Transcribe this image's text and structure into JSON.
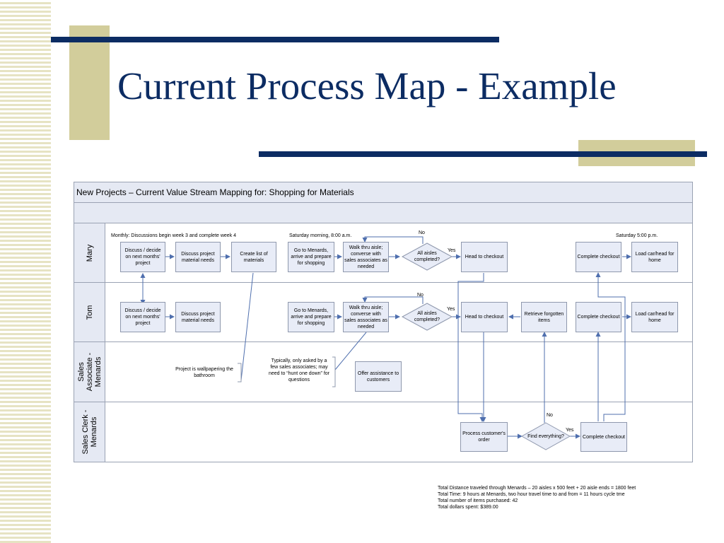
{
  "slide": {
    "title": "Current Process Map - Example"
  },
  "diagram": {
    "title": "New Projects – Current Value Stream Mapping for:  Shopping for Materials",
    "lanes": {
      "mary": "Mary",
      "tom": "Tom",
      "sales_associate": "Sales Associate - Menards",
      "sales_clerk": "Sales Clerk - Menards"
    },
    "notes": {
      "monthly": "Monthly:  Discussions begin week 3 and complete week 4",
      "saturday_morning": "Saturday morning, 8:00 a.m.",
      "saturday_evening": "Saturday 5:00 p.m.",
      "wallpaper": "Project is wallpapering the bathroom",
      "typically": "Typically, only asked by a few sales associates; may need to “hunt one down” for questions"
    },
    "mary": {
      "discuss_decide": "Discuss / decide on next months' project",
      "discuss_needs": "Discuss project material needs",
      "create_list": "Create list of materials",
      "go_menards": "Go to Menards, arrive and prepare for shopping",
      "walk_aisle": "Walk thru aisle; converse with sales associates as needed",
      "all_aisles": "All aisles completed?",
      "head_checkout": "Head to checkout",
      "complete_checkout": "Complete checkout",
      "load_car": "Load car/head for home"
    },
    "tom": {
      "discuss_decide": "Discuss / decide on next months' project",
      "discuss_needs": "Discuss project material needs",
      "go_menards": "Go to Menards, arrive and prepare for shopping",
      "walk_aisle": "Walk thru aisle; converse with sales associates as needed",
      "all_aisles": "All aisles completed?",
      "head_checkout": "Head to checkout",
      "retrieve_items": "Retrieve forgotten items",
      "complete_checkout": "Complete checkout",
      "load_car": "Load car/head for home"
    },
    "associate": {
      "offer_assistance": "Offer assistance to customers"
    },
    "clerk": {
      "process_order": "Process customer's order",
      "find_everything": "Find everything?",
      "complete_checkout": "Complete checkout"
    },
    "branch_labels": {
      "no": "No",
      "yes": "Yes"
    },
    "stats": [
      "Total Distance traveled through Menards – 20 aisles x 500 feet + 20 aisle ends = 1800 feet",
      "Total Time:  9 hours at Menards, two hour travel time to and from = 11 hours cycle tme",
      "Total number of items purchased:  42",
      "Total dollars spent:  $389.00"
    ]
  },
  "colors": {
    "navy": "#0c2c63",
    "tan": "#d2cd9b",
    "lane_fill": "#e5e9f3",
    "box_fill": "#e8ecf7",
    "arrow": "#4f6fae"
  }
}
